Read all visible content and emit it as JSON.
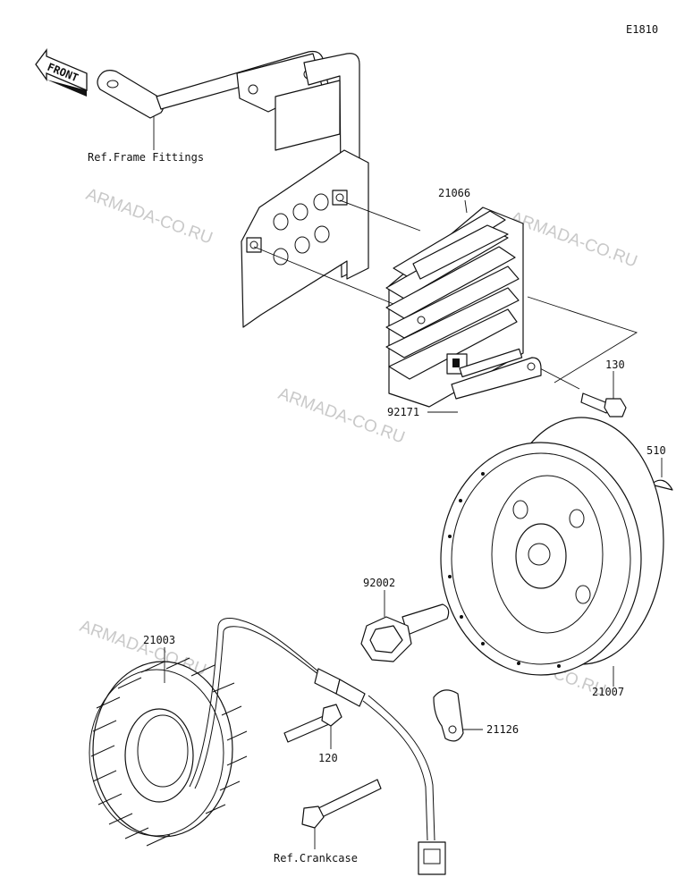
{
  "diagram_code": "E1810",
  "front_label": "FRONT",
  "watermark": "ARMADA-CO.RU",
  "references": {
    "frame_fittings": "Ref.Frame Fittings",
    "crankcase": "Ref.Crankcase"
  },
  "parts": {
    "regulator": "21066",
    "bolt_130": "130",
    "plate_92171": "92171",
    "key_510": "510",
    "flywheel_bolt": "92002",
    "stator": "21003",
    "rotor": "21007",
    "clamp": "21126",
    "stator_bolt": "120"
  }
}
